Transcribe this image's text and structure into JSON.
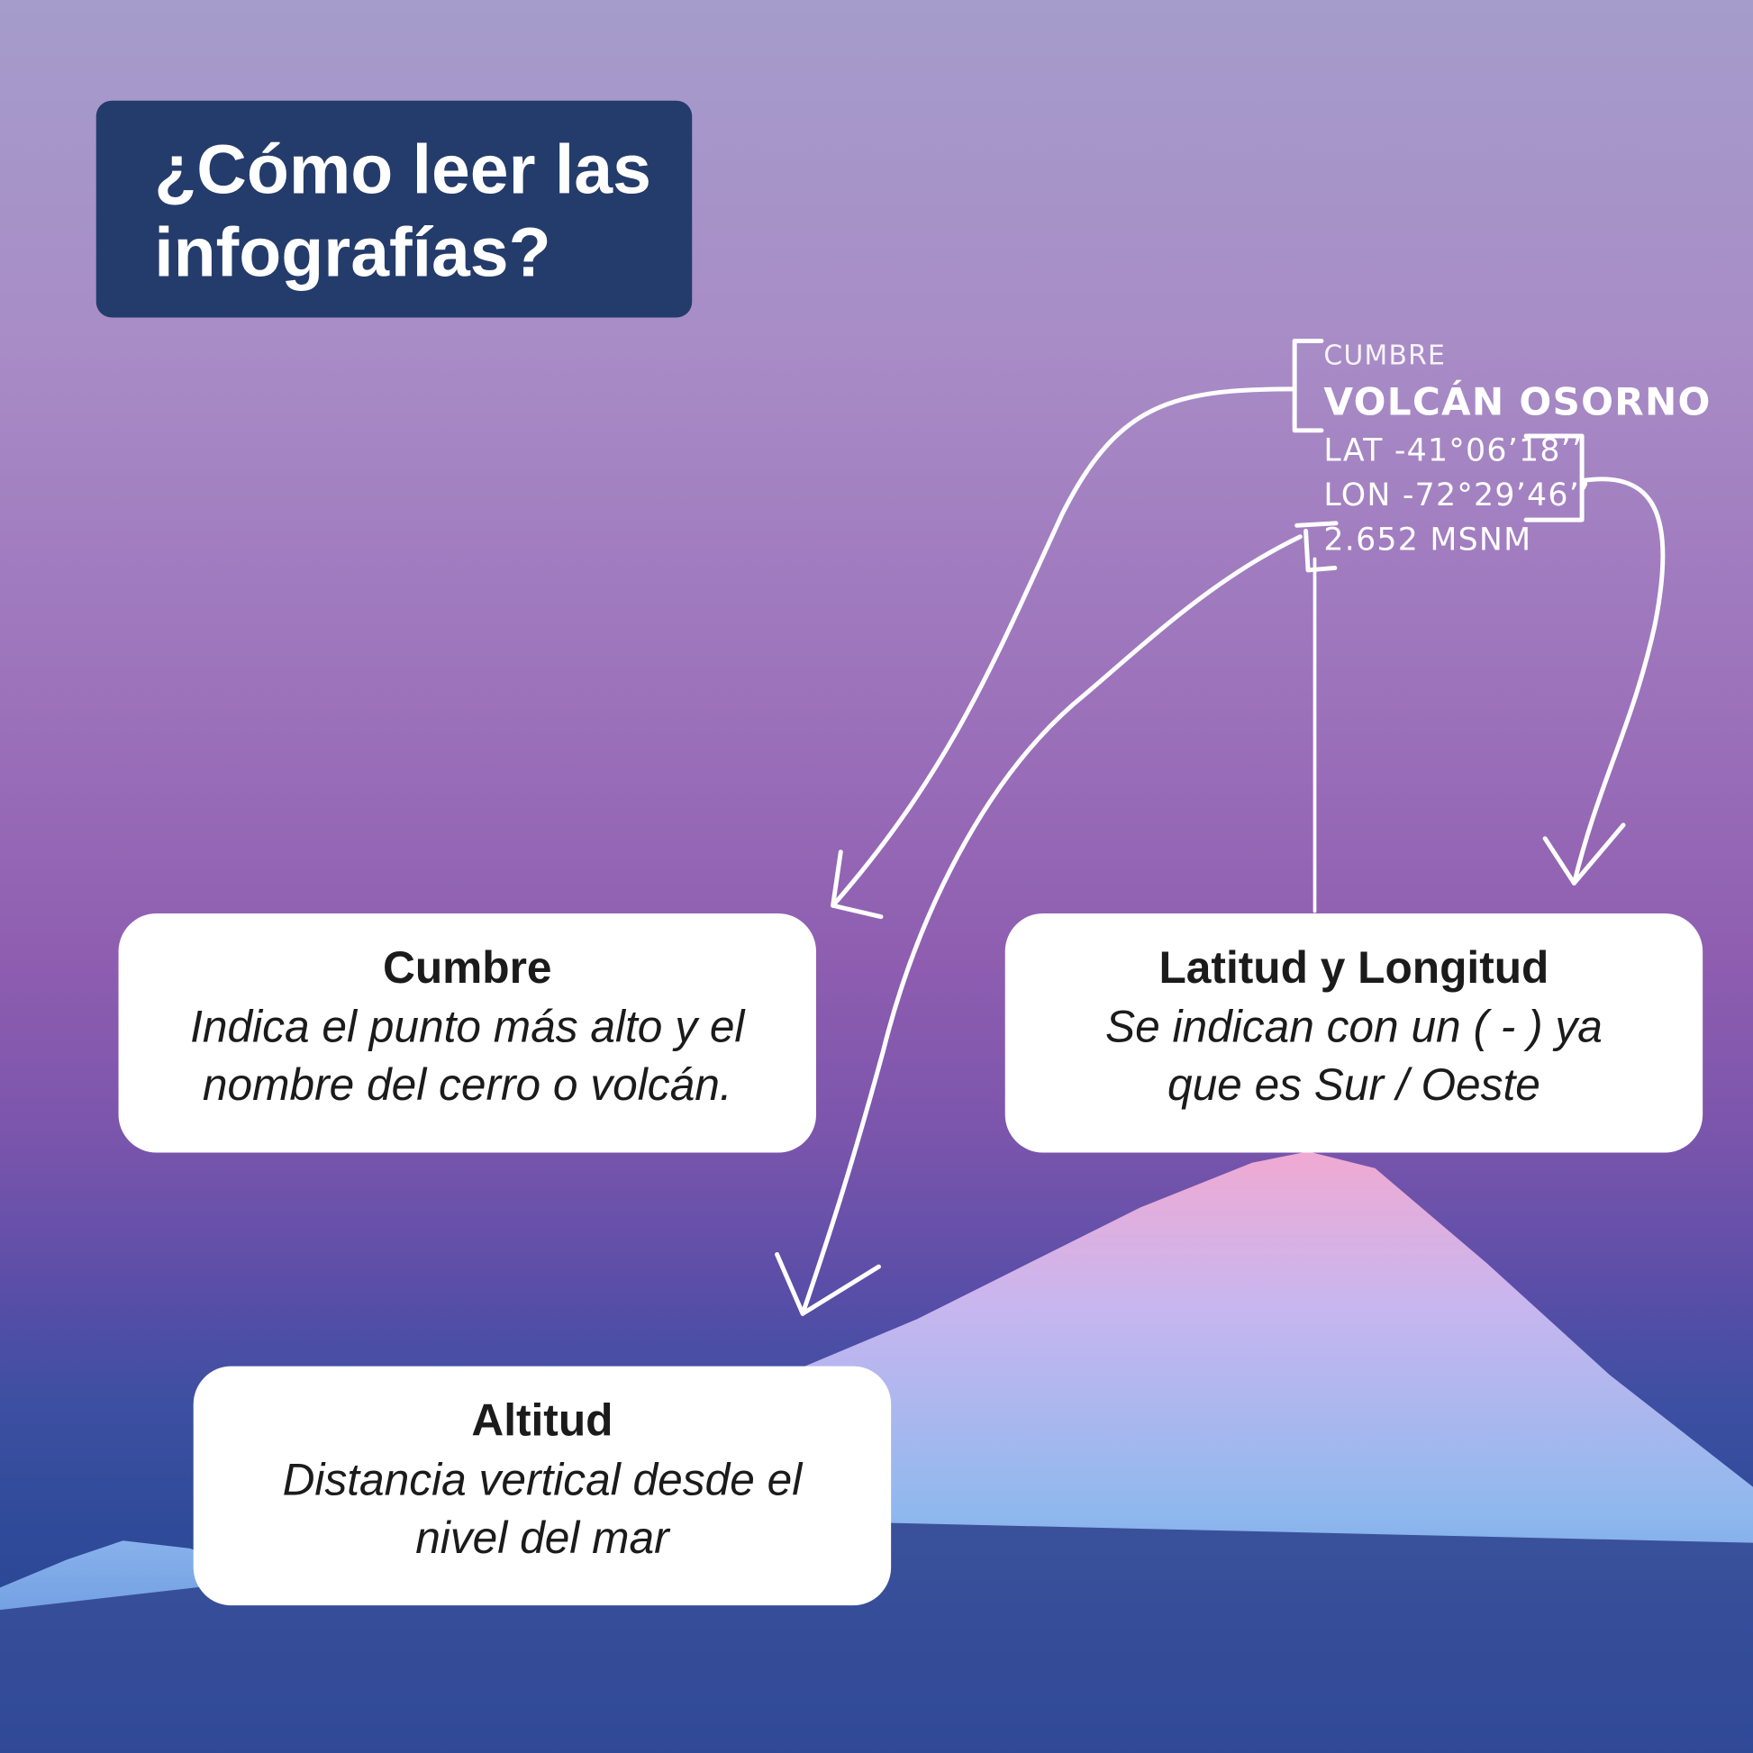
{
  "title": "¿Cómo leer las infografías?",
  "label": {
    "category": "CUMBRE",
    "name": "VOLCÁN OSORNO",
    "lat": "LAT -41°06’18’’",
    "lon": "LON -72°29’46’’",
    "altitude": "2.652 MSNM"
  },
  "cards": [
    {
      "heading": "Cumbre",
      "text": "Indica el punto más alto y el nombre del cerro o volcán."
    },
    {
      "heading": "Latitud y Longitud",
      "text": "Se indican con un ( - ) ya que es Sur / Oeste"
    },
    {
      "heading": "Altitud",
      "text": "Distancia vertical desde el nivel del mar"
    }
  ]
}
